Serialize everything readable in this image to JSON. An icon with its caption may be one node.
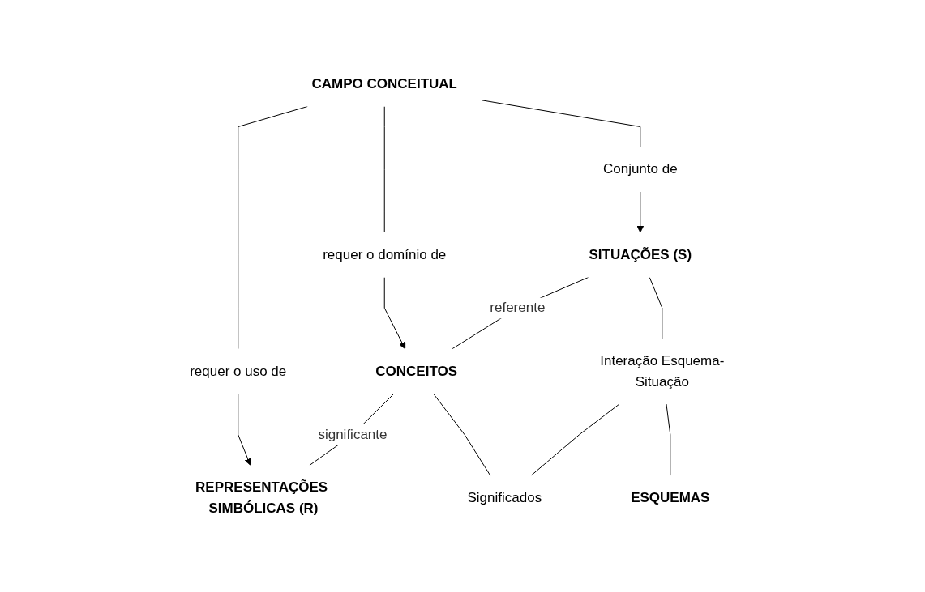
{
  "diagram": {
    "nodes": [
      {
        "text": [
          "CAMPO CONCEITUAL"
        ]
      },
      {
        "text": [
          "Conjunto de"
        ]
      },
      {
        "text": [
          "requer o domínio de"
        ]
      },
      {
        "text": [
          "requer o uso de"
        ]
      },
      {
        "text": [
          "SITUAÇÕES (S)"
        ]
      },
      {
        "text": [
          "CONCEITOS"
        ]
      },
      {
        "text": [
          "REPRESENTAÇÕES SIMBÓLICAS (R)"
        ]
      },
      {
        "text": [
          "Interação Esquema-Situação"
        ]
      },
      {
        "text": [
          "Significados"
        ]
      },
      {
        "text": [
          "ESQUEMAS"
        ]
      }
    ],
    "edges": [
      {
        "from": 0,
        "to": 1,
        "arrow": "none"
      },
      {
        "from": 0,
        "to": 2,
        "arrow": "none"
      },
      {
        "from": 0,
        "to": 3,
        "arrow": "none"
      },
      {
        "from": 1,
        "to": 4,
        "arrow": "to"
      },
      {
        "from": 2,
        "to": 5,
        "arrow": "to"
      },
      {
        "from": 3,
        "to": 6,
        "arrow": "to"
      },
      {
        "from": 4,
        "to": 5,
        "arrow": "none",
        "label": "referente"
      },
      {
        "from": 5,
        "to": 6,
        "arrow": "none",
        "label": "significante"
      },
      {
        "from": 4,
        "to": 7,
        "arrow": "none"
      },
      {
        "from": 5,
        "to": 8,
        "arrow": "none"
      },
      {
        "from": 7,
        "to": 8,
        "arrow": "none"
      },
      {
        "from": 7,
        "to": 9,
        "arrow": "none"
      }
    ]
  }
}
